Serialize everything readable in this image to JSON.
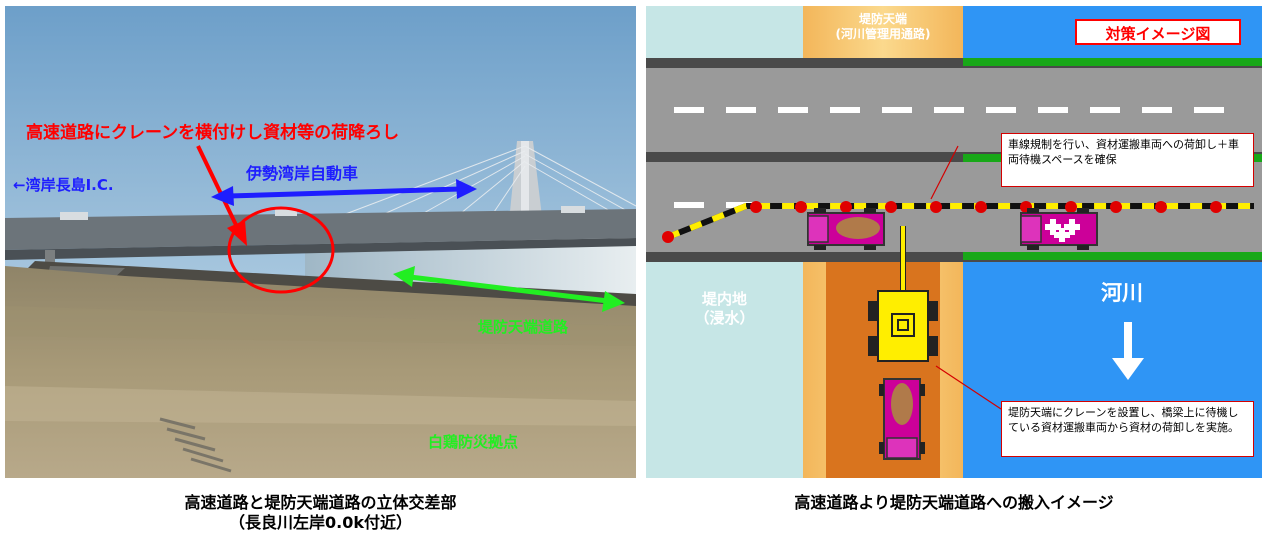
{
  "photo": {
    "label_crane": "高速道路にクレーンを横付けし資材等の荷降ろし",
    "label_expressway": "伊勢湾岸自動車",
    "label_ic": "←湾岸長島I.C.",
    "label_levee_road": "堤防天端道路",
    "label_base": "白鶏防災拠点",
    "caption_line1": "高速道路と堤防天端道路の立体交差部",
    "caption_line2": "（長良川左岸0.0k付近）"
  },
  "diagram": {
    "levee_top_line1": "堤防天端",
    "levee_top_line2": "(河川管理用通路)",
    "title_badge": "対策イメージ図",
    "note_lane": "車線規制を行い、資材運搬車両への荷卸し＋車両待機スペースを確保",
    "inland_line1": "堤内地",
    "inland_line2": "（浸水）",
    "river_label": "河川",
    "note_crane": "堤防天端にクレーンを設置し、橋梁上に待機している資材運搬車両から資材の荷卸しを実施。",
    "caption": "高速道路より堤防天端道路への搬入イメージ"
  },
  "colors": {
    "red": "#ff0000",
    "blue": "#1e1eff",
    "green": "#22ee22",
    "river": "#2f95f5",
    "inland": "#c6e6e6",
    "levee_orange": "#f5be60",
    "levee_dark": "#d9741e",
    "road": "#9a9a9a",
    "crane_yellow": "#ffee00",
    "truck_magenta": "#cc0099"
  }
}
